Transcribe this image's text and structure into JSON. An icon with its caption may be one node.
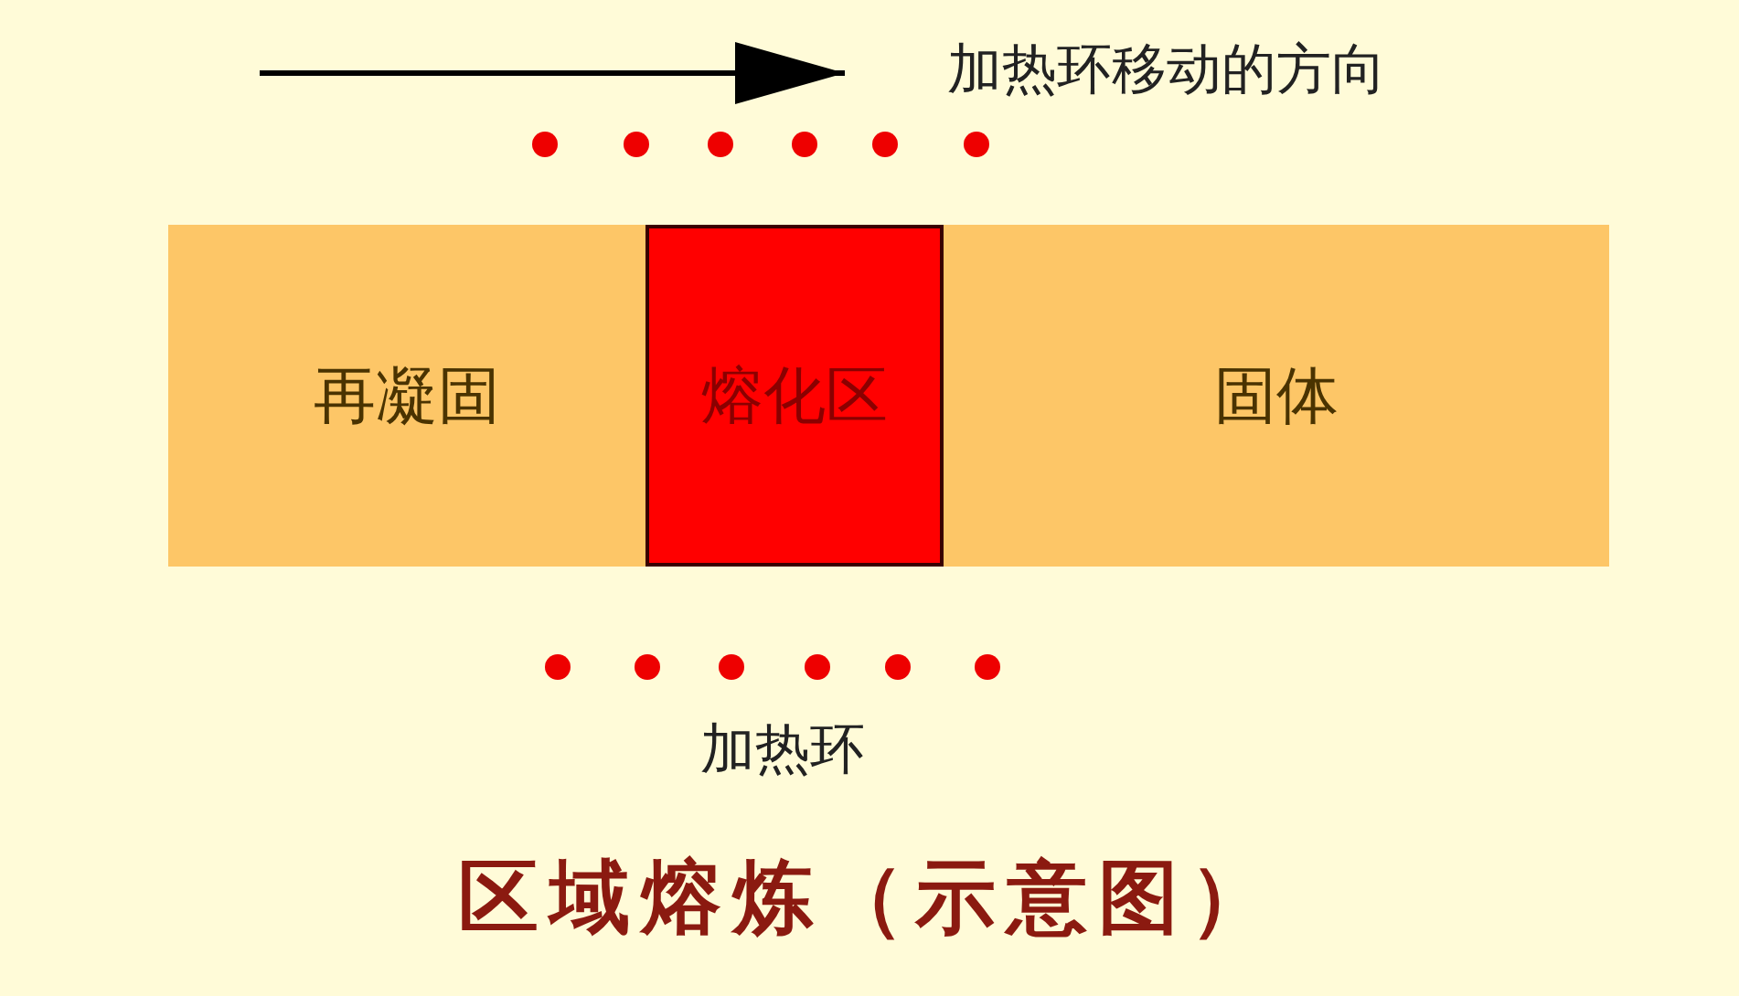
{
  "diagram": {
    "title": "区域熔炼（示意图）",
    "nodes": [
      {
        "text": [
          "再凝固"
        ]
      },
      {
        "text": [
          "熔化区"
        ]
      },
      {
        "text": [
          "固体"
        ]
      }
    ],
    "labels": [
      "加热环移动的方向",
      "加热环"
    ]
  }
}
